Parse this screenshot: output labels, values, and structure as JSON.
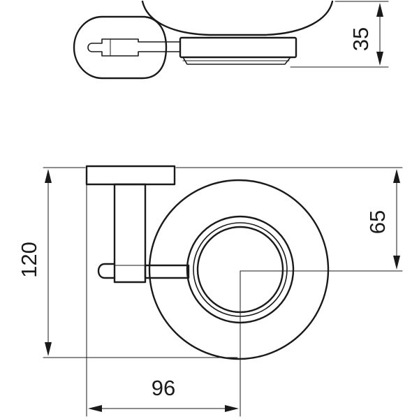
{
  "diagram": {
    "dimensions": {
      "height_top_view": "35",
      "total_height": "120",
      "center_height": "65",
      "projection_depth": "96"
    }
  }
}
